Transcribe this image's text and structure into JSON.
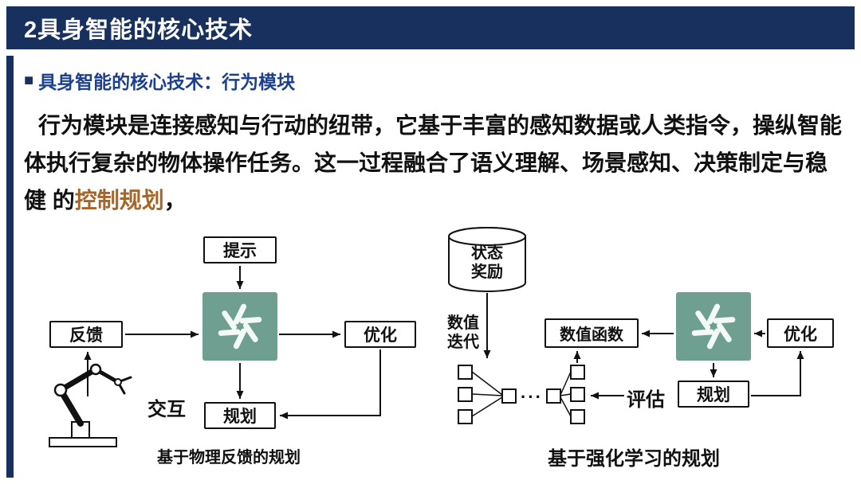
{
  "header": {
    "title": "2具身智能的核心技术"
  },
  "section": {
    "bullet": "■",
    "title": "具身智能的核心技术：行为模块"
  },
  "paragraph": {
    "line1": "行为模块是连接感知与行动的纽带，它基于丰富的感知数据或人类指令，操纵智能",
    "line2": "体执行复杂的物体操作任务。这一过程融合了语义理解、场景感知、决策制定与稳",
    "line3_pre": "健 的",
    "line3_highlight": "控制规划",
    "line3_post": "，"
  },
  "left_diagram": {
    "prompt": "提示",
    "feedback": "反馈",
    "optimize": "优化",
    "plan": "规划",
    "interact": "交互",
    "caption": "基于物理反馈的规划"
  },
  "right_diagram": {
    "state": "状态",
    "reward": "奖励",
    "value_iter_line1": "数值",
    "value_iter_line2": "迭代",
    "value_function": "数值函数",
    "evaluate": "评估",
    "optimize": "优化",
    "plan": "规划",
    "ellipsis": "···",
    "caption": "基于强化学习的规划"
  },
  "colors": {
    "header_bg": "#18305e",
    "section_blue": "#1c3f8f",
    "highlight_text": "#a6662a",
    "logo_green": "#6f9f90"
  }
}
